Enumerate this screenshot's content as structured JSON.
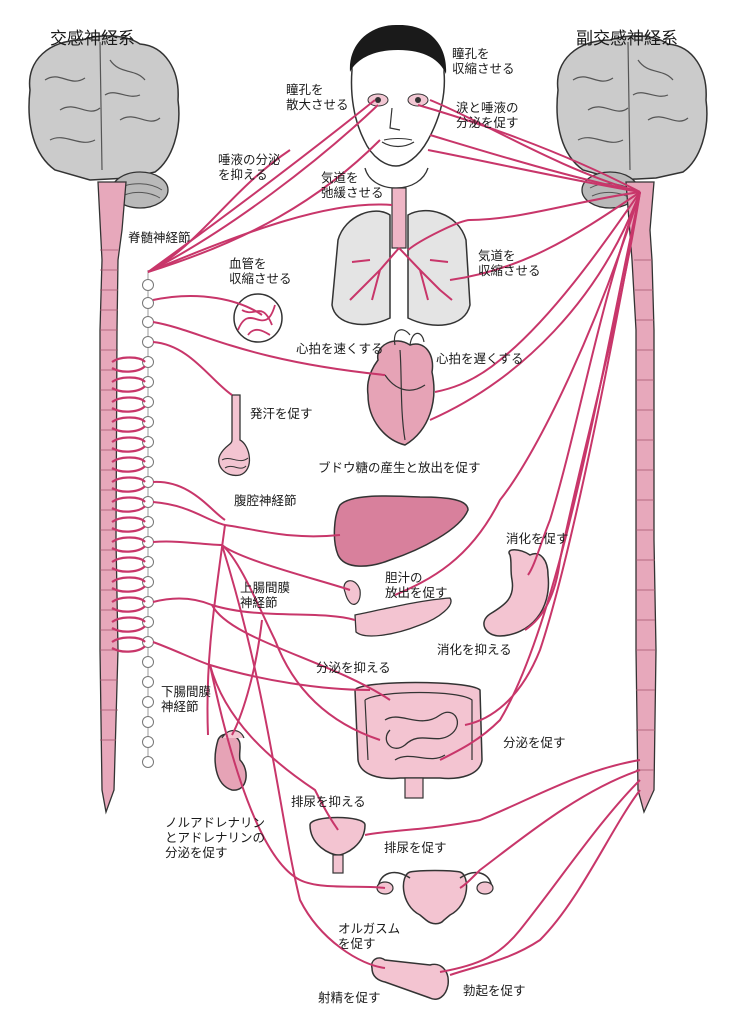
{
  "titles": {
    "sympathetic": "交感神経系",
    "parasympathetic": "副交感神経系"
  },
  "labels": {
    "pupil_constrict": "瞳孔を\n収縮させる",
    "pupil_dilate": "瞳孔を\n散大させる",
    "tears_saliva": "涙と唾液の\n分泌を促す",
    "saliva_inhibit": "唾液の分泌\nを抑える",
    "airway_relax": "気道を\n弛緩させる",
    "spinal_ganglia": "脊髄神経節",
    "vessel_constrict": "血管を\n収縮させる",
    "airway_constrict": "気道を\n収縮させる",
    "heart_fast": "心拍を速くする",
    "heart_slow": "心拍を遅くする",
    "sweat": "発汗を促す",
    "glucose": "ブドウ糖の産生と放出を促す",
    "celiac_ganglion": "腹腔神経節",
    "digestion_promote": "消化を促す",
    "bile": "胆汁の\n放出を促す",
    "superior_mesenteric": "上腸間膜\n神経節",
    "digestion_inhibit": "消化を抑える",
    "secretion_inhibit": "分泌を抑える",
    "inferior_mesenteric": "下腸間膜\n神経節",
    "secretion_promote": "分泌を促す",
    "urination_inhibit": "排尿を抑える",
    "adrenal": "ノルアドレナリン\nとアドレナリンの\n分泌を促す",
    "urination_promote": "排尿を促す",
    "orgasm": "オルガスム\nを促す",
    "ejaculation": "射精を促す",
    "erection": "勃起を促す"
  },
  "colors": {
    "nerve": "#c8366a",
    "brain": "#c9c9c9",
    "spine": "#e7a8bb",
    "organ": "#e6a3b6",
    "lung": "#e4e4e4"
  }
}
